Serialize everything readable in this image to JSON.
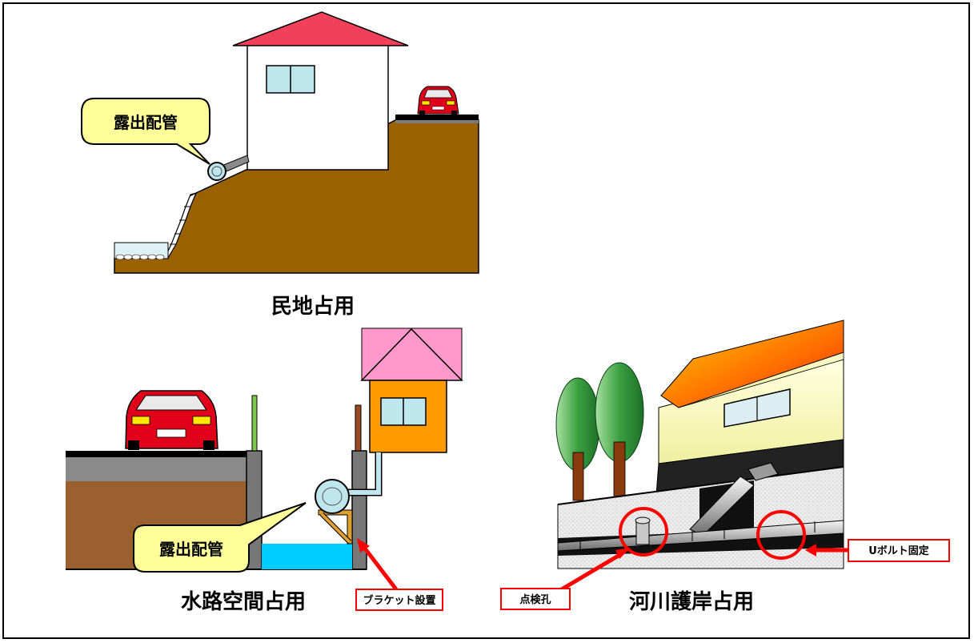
{
  "scenes": [
    {
      "caption": "民地占用",
      "callout": "露出配管"
    },
    {
      "caption": "水路空間占用",
      "callout": "露出配管",
      "tag": "ブラケット設置"
    },
    {
      "caption": "河川護岸占用",
      "tags": [
        "点検孔",
        "Uボルト固定"
      ]
    }
  ],
  "colors": {
    "soil": "#9a6100",
    "roof_red": "#f0405a",
    "roof_pink": "#ff99cc",
    "house_orange": "#ff9a00",
    "water": "#00ccff",
    "bubble": "#ffff99",
    "marker_red": "#ff0000",
    "window": "#bfe6ec",
    "car_red": "#e0001a"
  },
  "icons": [
    "house-icon",
    "car-icon",
    "tree-icon",
    "pipe-icon"
  ]
}
